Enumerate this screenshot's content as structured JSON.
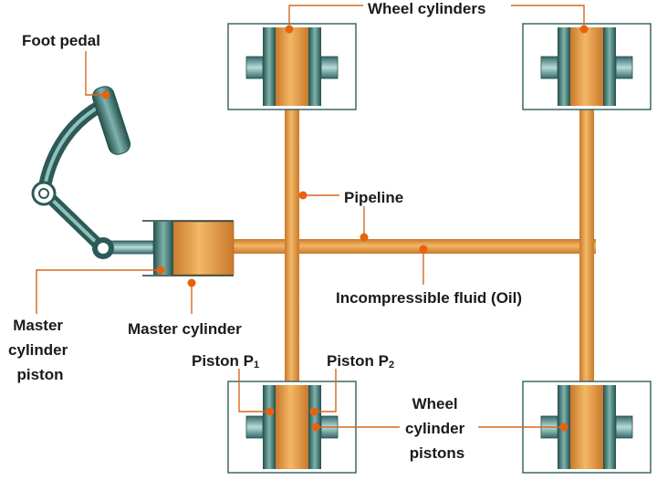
{
  "labels": {
    "foot_pedal": "Foot pedal",
    "wheel_cylinders": "Wheel cylinders",
    "pipeline": "Pipeline",
    "incompressible_fluid": "Incompressible fluid (Oil)",
    "master_cylinder": "Master cylinder",
    "master_cylinder_piston": [
      "Master",
      "cylinder",
      "piston"
    ],
    "piston_p1": "Piston P",
    "piston_p1_sub": "1",
    "piston_p2": "Piston P",
    "piston_p2_sub": "2",
    "wheel_cylinder_pistons": [
      "Wheel",
      "cylinder",
      "pistons"
    ]
  },
  "colors": {
    "fluid_orange": "#e9a24a",
    "pipe_orange": "#e3a04c",
    "steel_teal": "#3f7d78",
    "steel_dark": "#24504c",
    "steel_light": "#a8cfca",
    "leader_orange": "#d4681e",
    "box_border": "#2e5e5a"
  }
}
